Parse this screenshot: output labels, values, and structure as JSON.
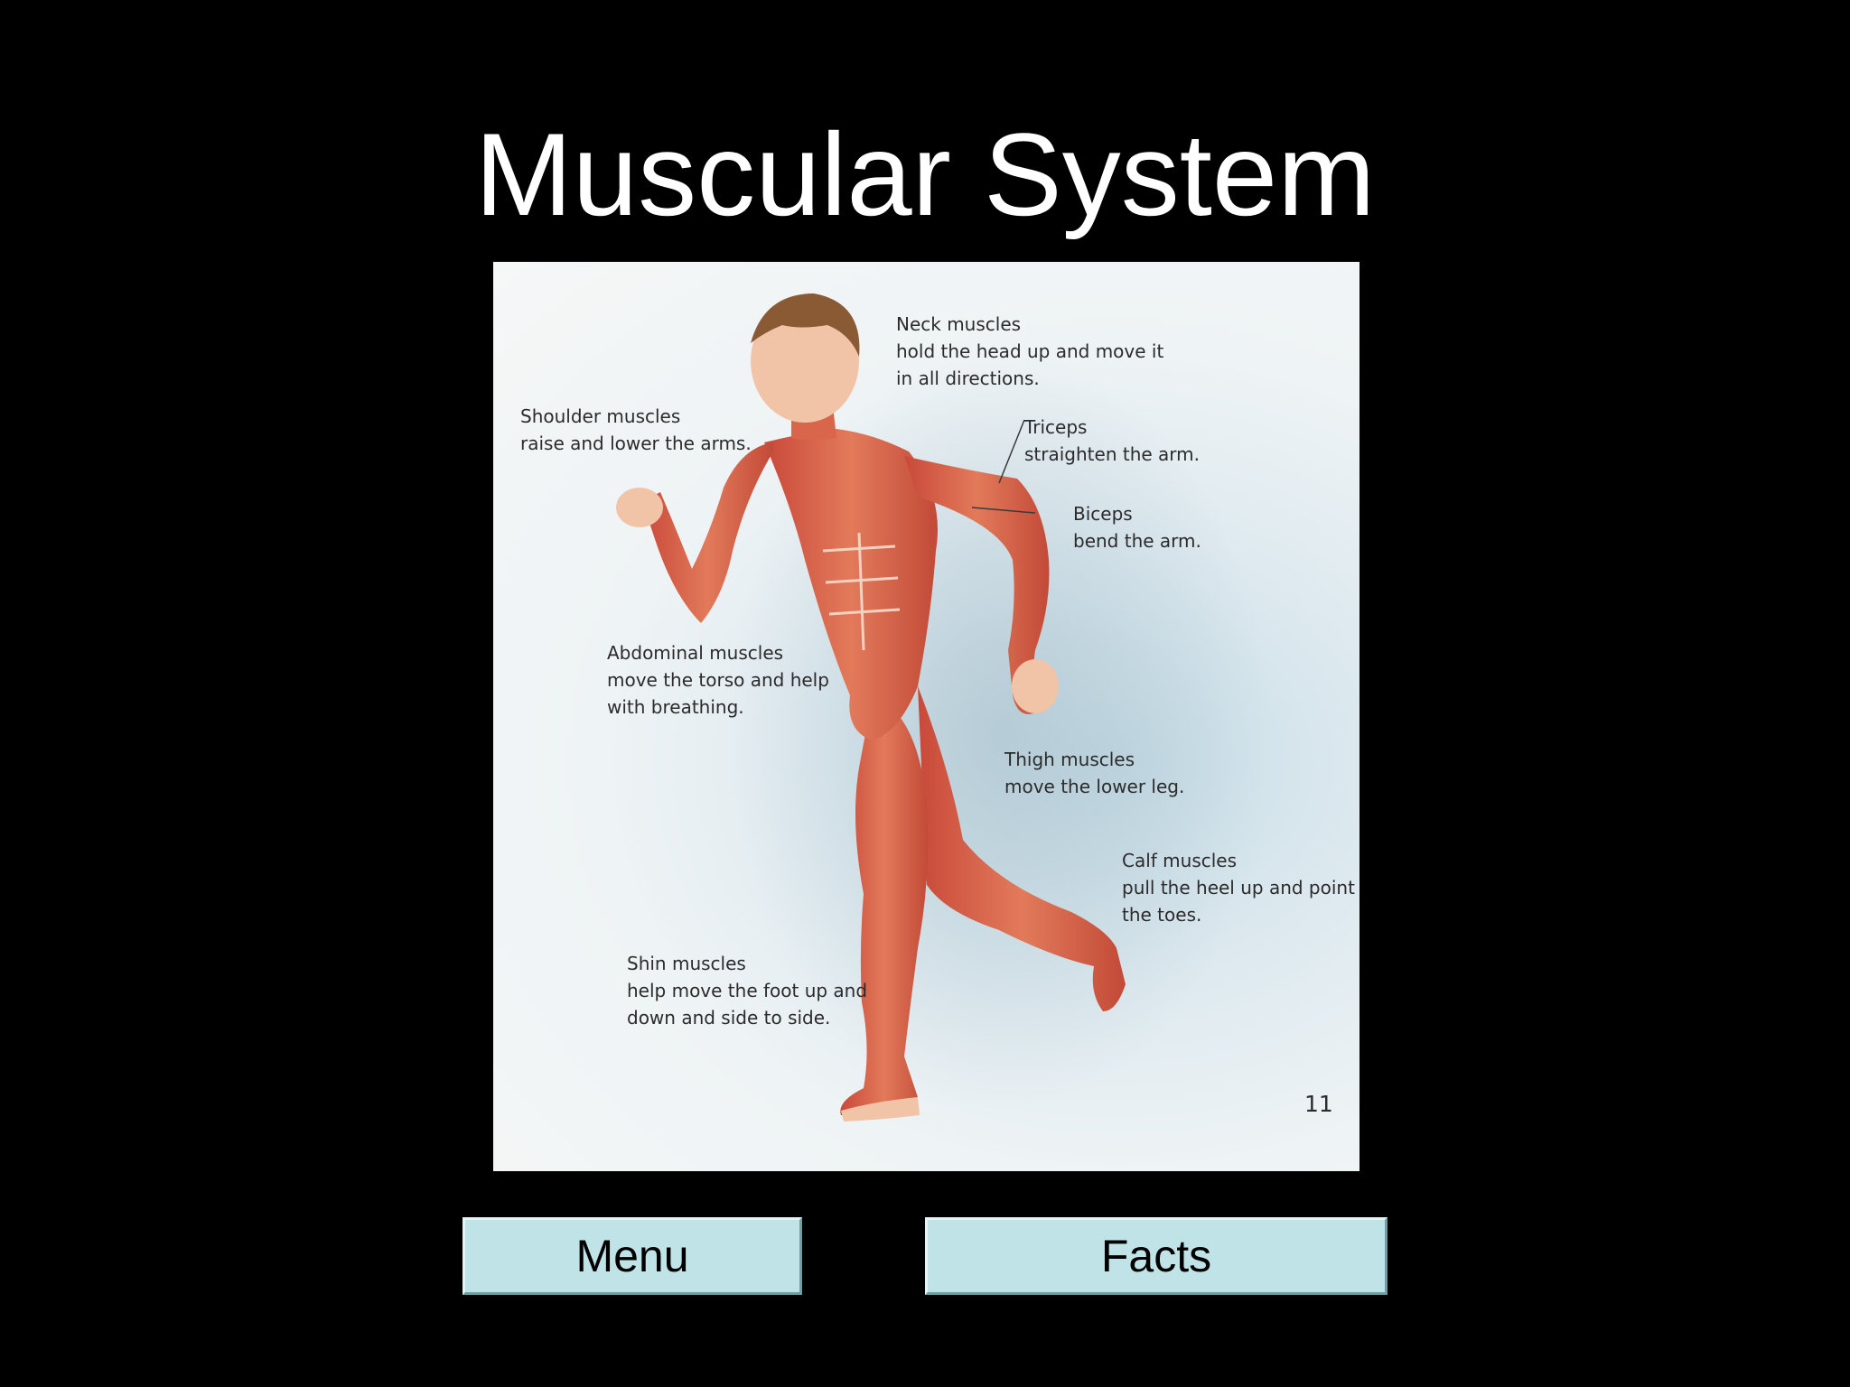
{
  "slide": {
    "title": "Muscular System"
  },
  "figure": {
    "callouts": {
      "neck": {
        "name": "Neck muscles",
        "desc": [
          "hold the head up and move it",
          "in all directions."
        ]
      },
      "shoulder": {
        "name": "Shoulder muscles",
        "desc": [
          "raise and lower the arms."
        ]
      },
      "triceps": {
        "name": "Triceps",
        "desc": [
          "straighten the arm."
        ]
      },
      "biceps": {
        "name": "Biceps",
        "desc": [
          "bend the arm."
        ]
      },
      "abdominal": {
        "name": "Abdominal muscles",
        "desc": [
          "move the torso and help",
          "with breathing."
        ]
      },
      "thigh": {
        "name": "Thigh muscles",
        "desc": [
          "move the lower leg."
        ]
      },
      "calf": {
        "name": "Calf muscles",
        "desc": [
          "pull the heel up and point",
          "the toes."
        ]
      },
      "shin": {
        "name": "Shin muscles",
        "desc": [
          "help move the foot up and",
          "down and side to side."
        ]
      }
    },
    "page_number": "11"
  },
  "nav": {
    "menu_label": "Menu",
    "facts_label": "Facts"
  },
  "colors": {
    "background": "#000000",
    "title": "#ffffff",
    "button_fill": "#bfe3e6",
    "muscle": "#d9654a"
  },
  "icons": {
    "figure": "muscle-body-illustration"
  }
}
